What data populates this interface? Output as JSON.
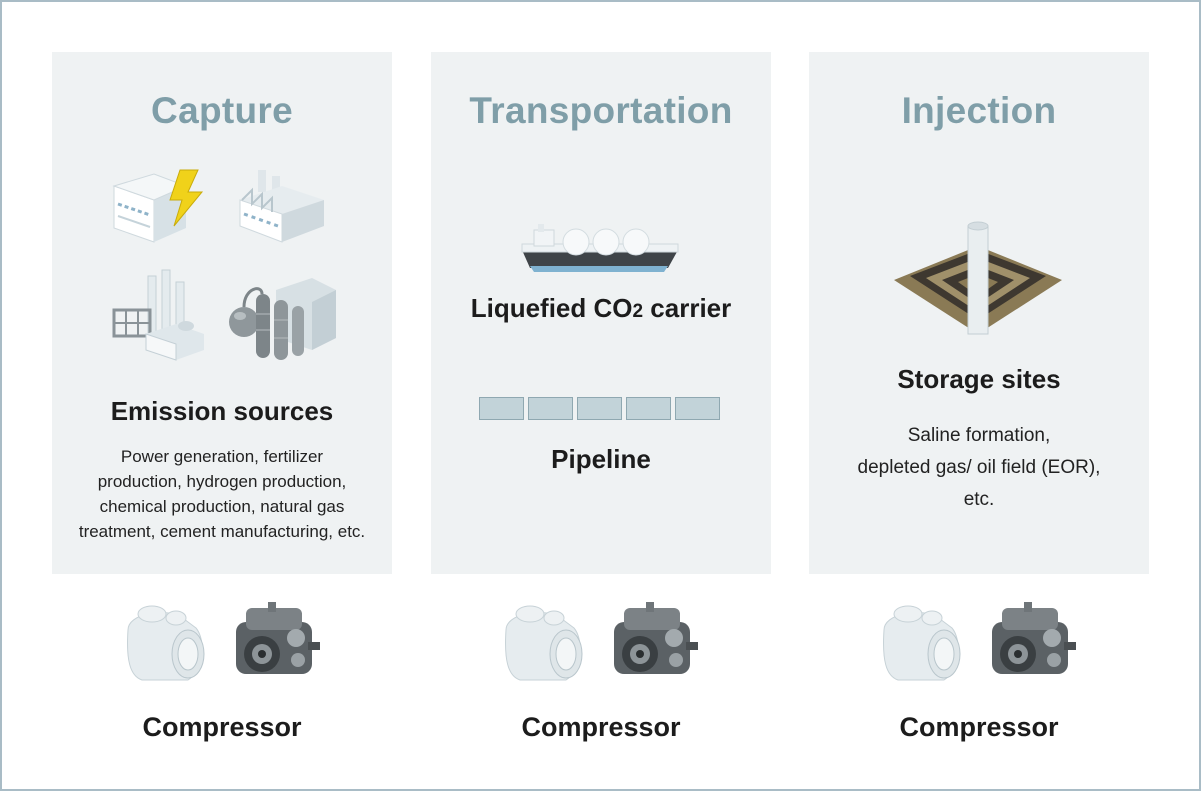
{
  "columns": [
    {
      "title": "Capture",
      "heading": "Emission sources",
      "description_lines": [
        "Power generation, fertilizer",
        "production, hydrogen production,",
        "chemical production, natural gas",
        "treatment, cement manufacturing, etc."
      ],
      "icons": [
        "power-plant-icon",
        "factory-icon",
        "chemical-plant-icon",
        "gas-treatment-plant-icon"
      ]
    },
    {
      "title": "Transportation",
      "carrier_label_pre": "Liquefied CO",
      "carrier_label_sub": "2",
      "carrier_label_post": " carrier",
      "pipeline_label": "Pipeline",
      "icons": [
        "lng-carrier-ship-icon",
        "pipeline-icon"
      ]
    },
    {
      "title": "Injection",
      "heading": "Storage sites",
      "description_lines": [
        "Saline formation,",
        "depleted gas/ oil field (EOR),",
        "etc."
      ],
      "icons": [
        "storage-well-icon"
      ]
    }
  ],
  "compressor_label": "Compressor",
  "colors": {
    "title": "#7f9ea8",
    "panel": "#eff2f3",
    "frame_border": "#a9bcc6"
  }
}
